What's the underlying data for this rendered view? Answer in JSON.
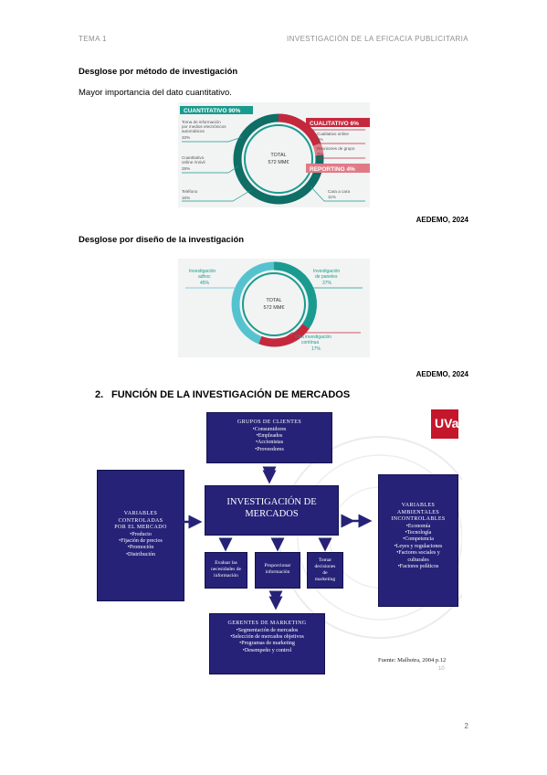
{
  "header": {
    "left": "TEMA 1",
    "right": "INVESTIGACIÓN DE LA EFICACIA PUBLICITARIA"
  },
  "section1": {
    "heading": "Desglose por método de investigación",
    "text": "Mayor importancia del dato cuantitativo."
  },
  "chart1": {
    "center_title": "TOTAL",
    "center_value": "572 MM€",
    "cuant_label": "CUANTITATIVO 90%",
    "cuali_label": "CUALITATIVO 6%",
    "report_label": "REPORTING 4%",
    "left_items": [
      {
        "lines": [
          "Toma de información",
          "por medios electrónicos",
          "automáticos"
        ],
        "value": "33%"
      },
      {
        "lines": [
          "Cuantitativo",
          "online /móvil"
        ],
        "value": "28%"
      },
      {
        "lines": [
          "Teléfono"
        ],
        "value": "16%"
      }
    ],
    "right_items": [
      {
        "lines": [
          "Cualitativo online"
        ],
        "value": "4%"
      },
      {
        "lines": [
          "Reuniones de grupo"
        ],
        "value": "3%"
      },
      {
        "lines": [
          "Cara a cara"
        ],
        "value": "11%"
      }
    ]
  },
  "source1": "AEDEMO, 2024",
  "section2": {
    "heading": "Desglose por diseño de la investigación"
  },
  "chart2": {
    "center_title": "TOTAL",
    "center_value": "572 MM€",
    "items": [
      {
        "lines": [
          "Investigación",
          "adhoc"
        ],
        "value": "45%"
      },
      {
        "lines": [
          "Investigación",
          "de paneles"
        ],
        "value": "37%"
      },
      {
        "lines": [
          "Otra investigación",
          "contínua"
        ],
        "value": "17%"
      }
    ]
  },
  "source2": "AEDEMO, 2024",
  "section3": {
    "number": "2.",
    "heading": "FUNCIÓN DE LA INVESTIGACIÓN DE MERCADOS"
  },
  "diagram": {
    "top": {
      "title": "GRUPOS DE CLIENTES",
      "items": [
        "•Consumidores",
        "•Empleados",
        "•Accionistas",
        "•Proveedores"
      ]
    },
    "center": {
      "title": "INVESTIGACIÓN DE MERCADOS"
    },
    "left": {
      "title": [
        "VARIABLES",
        "CONTROLADAS",
        "POR EL MERCADO"
      ],
      "items": [
        "•Producto",
        "•Fijación de precios",
        "•Promoción",
        "•Distribución"
      ]
    },
    "right": {
      "title": [
        "VARIABLES",
        "AMBIENTALES",
        "INCONTROLABLES"
      ],
      "items": [
        "•Economía",
        "•Tecnología",
        "•Competencia",
        "•Leyes y regulaciones",
        "•Factores sociales y",
        "culturales",
        "•Factores políticos"
      ]
    },
    "sub": [
      {
        "lines": [
          "Evaluar las",
          "necesidades de",
          "información"
        ]
      },
      {
        "lines": [
          "Proporcionar",
          "información"
        ]
      },
      {
        "lines": [
          "Tomar",
          "decisiones",
          "de",
          "marketing"
        ]
      }
    ],
    "bottom": {
      "title": "GERENTES DE MARKETING",
      "items": [
        "•Segmentación de mercados",
        "•Selección de mercados objetivos",
        "•Programas de marketing",
        "•Desempeño y control"
      ]
    },
    "logo": "UVa",
    "source": "Fuente: Malhotra, 2004 p.12",
    "slide_number": "10"
  },
  "page_number": "2",
  "colors": {
    "teal": "#1a9b8f",
    "teal_dark": "#0f6e66",
    "red": "#c5283d",
    "red_light": "#e07b86",
    "cyan": "#55c3cf",
    "navy": "#262277",
    "uva": "#c4172c"
  }
}
